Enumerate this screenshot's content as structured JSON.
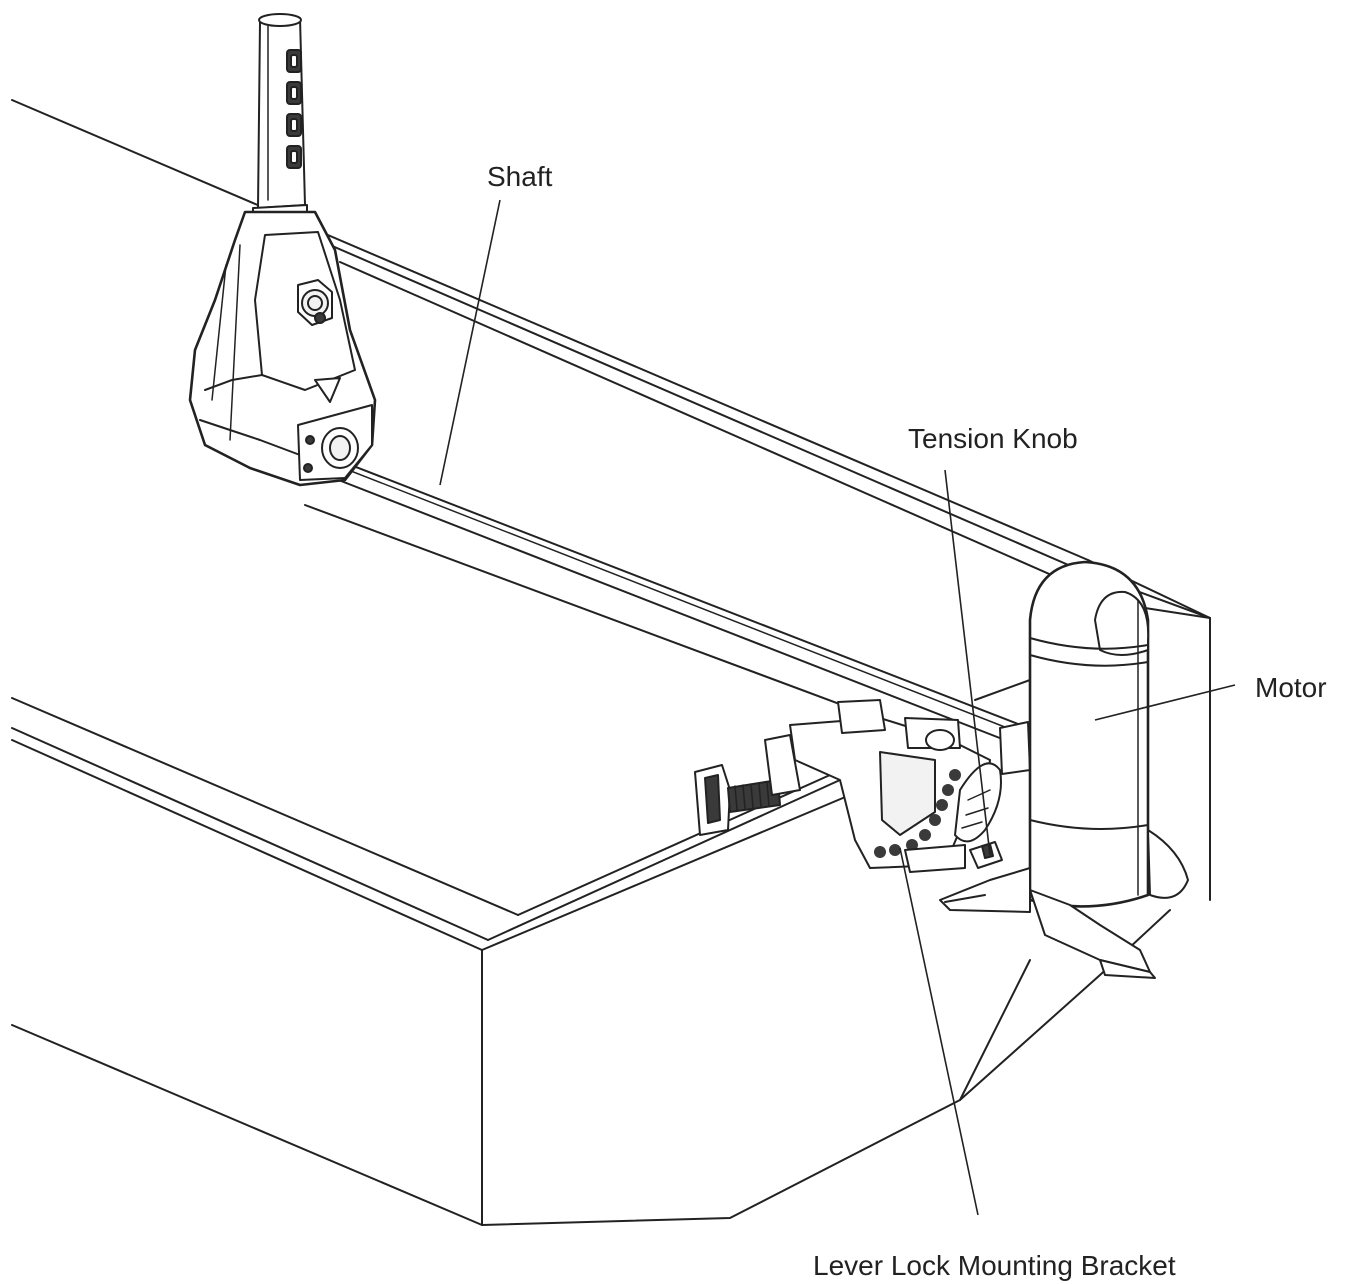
{
  "labels": {
    "shaft": "Shaft",
    "tension_knob": "Tension Knob",
    "motor": "Motor",
    "bracket": "Lever Lock Mounting Bracket"
  },
  "colors": {
    "line": "#222222",
    "background": "#ffffff"
  }
}
